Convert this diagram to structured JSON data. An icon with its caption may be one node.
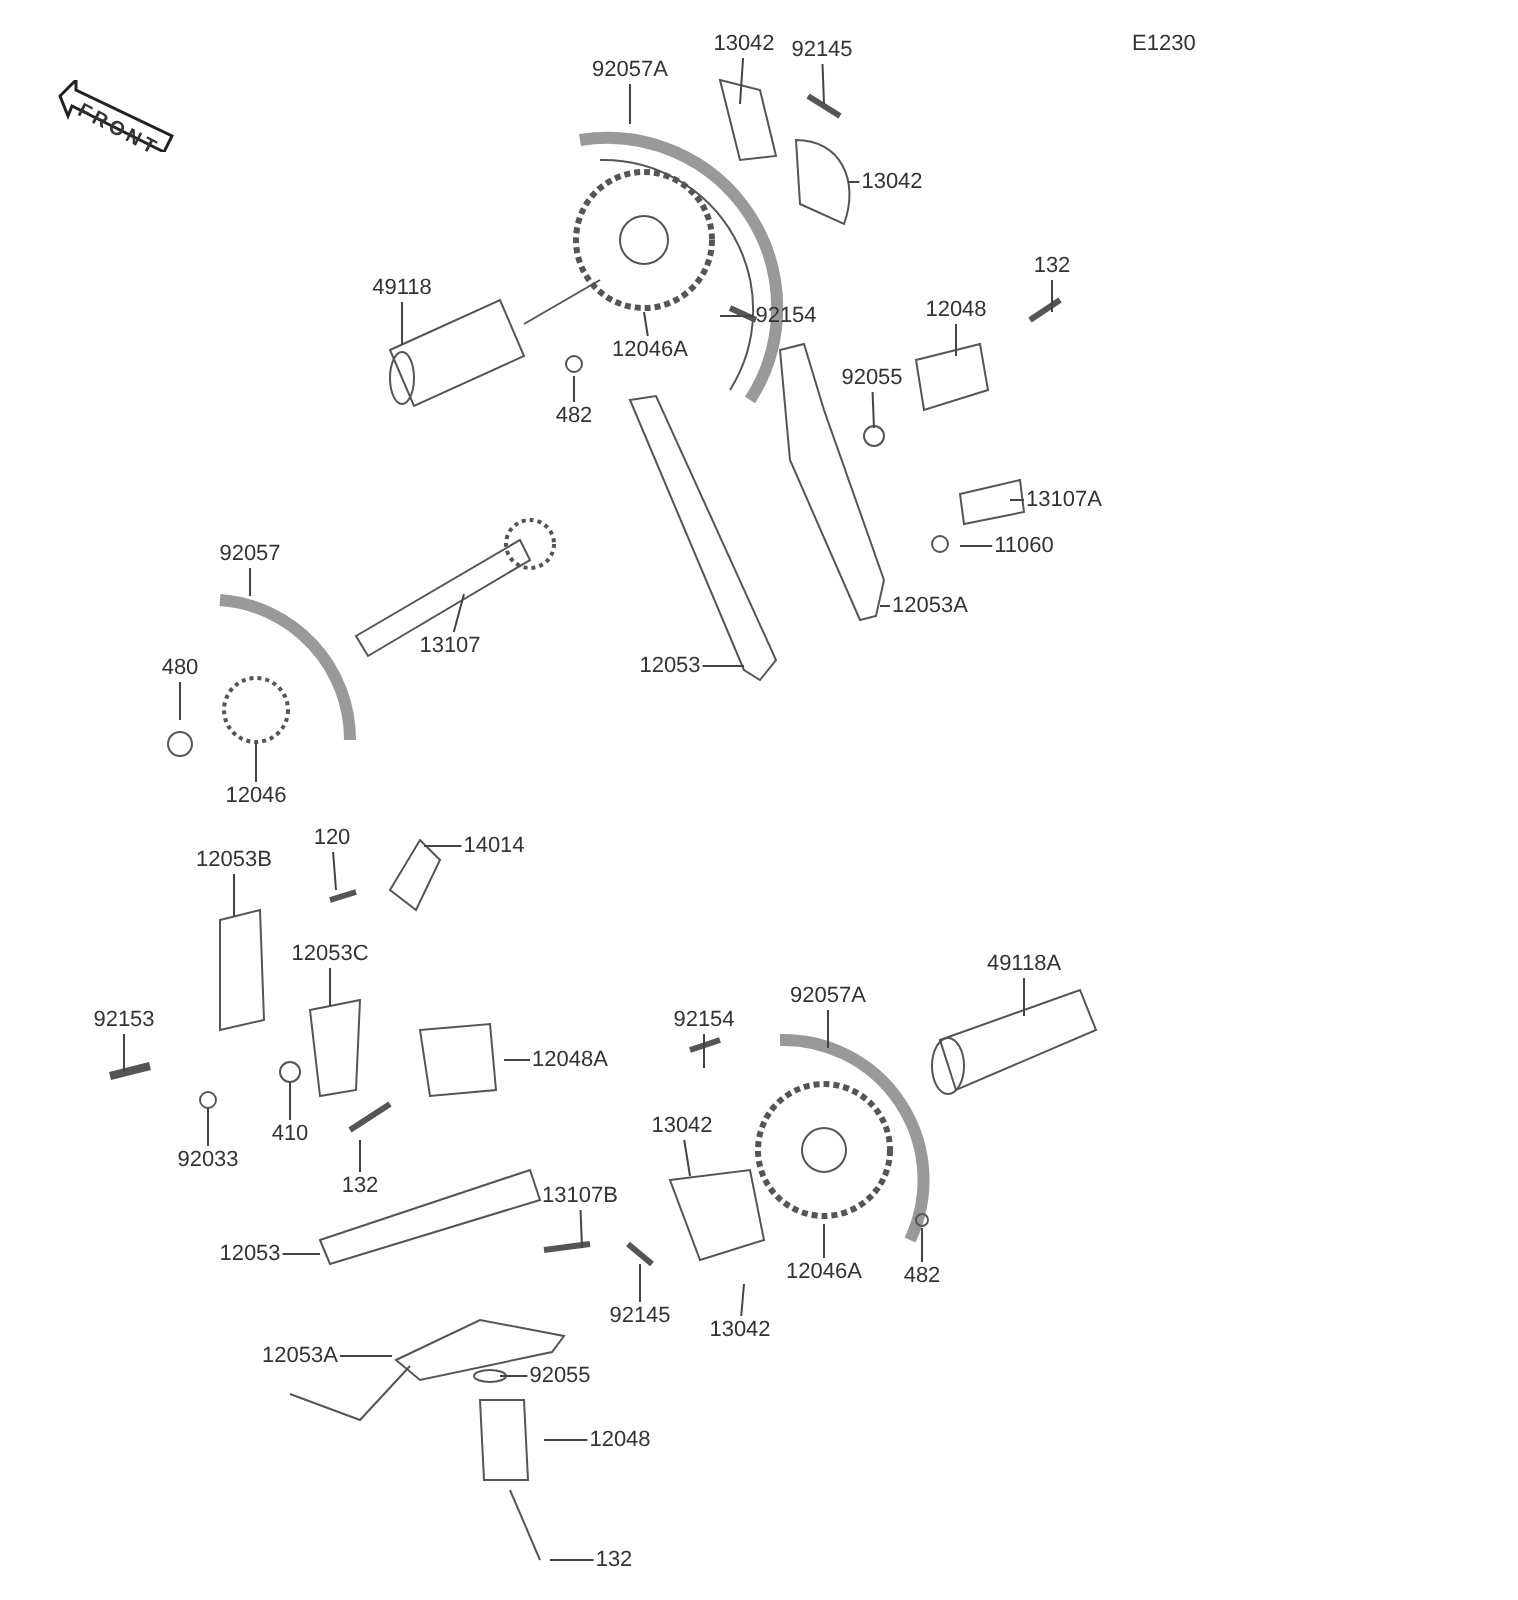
{
  "diagram": {
    "nodes": [
      {
        "text": [
          "92057A"
        ]
      },
      {
        "text": [
          "13042"
        ]
      },
      {
        "text": [
          "92145"
        ]
      },
      {
        "text": [
          "13042"
        ]
      },
      {
        "text": [
          "49118"
        ]
      },
      {
        "text": [
          "12046A"
        ]
      },
      {
        "text": [
          "92154"
        ]
      },
      {
        "text": [
          "482"
        ]
      },
      {
        "text": [
          "132"
        ]
      },
      {
        "text": [
          "12048"
        ]
      },
      {
        "text": [
          "92055"
        ]
      },
      {
        "text": [
          "13107A"
        ]
      },
      {
        "text": [
          "11060"
        ]
      },
      {
        "text": [
          "12053A"
        ]
      },
      {
        "text": [
          "92057"
        ]
      },
      {
        "text": [
          "480"
        ]
      },
      {
        "text": [
          "13107"
        ]
      },
      {
        "text": [
          "12053"
        ]
      },
      {
        "text": [
          "12046"
        ]
      },
      {
        "text": [
          "120"
        ]
      },
      {
        "text": [
          "14014"
        ]
      },
      {
        "text": [
          "12053B"
        ]
      },
      {
        "text": [
          "12053C"
        ]
      },
      {
        "text": [
          "92153"
        ]
      },
      {
        "text": [
          "92154"
        ]
      },
      {
        "text": [
          "92057A"
        ]
      },
      {
        "text": [
          "49118A"
        ]
      },
      {
        "text": [
          "12048A"
        ]
      },
      {
        "text": [
          "92033"
        ]
      },
      {
        "text": [
          "410"
        ]
      },
      {
        "text": [
          "13042"
        ]
      },
      {
        "text": [
          "132"
        ]
      },
      {
        "text": [
          "13107B"
        ]
      },
      {
        "text": [
          "12053"
        ]
      },
      {
        "text": [
          "12046A"
        ]
      },
      {
        "text": [
          "482"
        ]
      },
      {
        "text": [
          "92145"
        ]
      },
      {
        "text": [
          "13042"
        ]
      },
      {
        "text": [
          "12053A"
        ]
      },
      {
        "text": [
          "92055"
        ]
      },
      {
        "text": [
          "12048"
        ]
      },
      {
        "text": [
          "132"
        ]
      }
    ],
    "edges": [
      {
        "from": 0,
        "to": null,
        "arrow": "none"
      },
      {
        "from": 1,
        "to": null,
        "arrow": "none"
      },
      {
        "from": 2,
        "to": null,
        "arrow": "none"
      },
      {
        "from": 3,
        "to": null,
        "arrow": "none"
      },
      {
        "from": 4,
        "to": null,
        "arrow": "none"
      },
      {
        "from": 5,
        "to": null,
        "arrow": "none"
      },
      {
        "from": 6,
        "to": null,
        "arrow": "none"
      },
      {
        "from": 7,
        "to": null,
        "arrow": "none"
      },
      {
        "from": 8,
        "to": null,
        "arrow": "none"
      },
      {
        "from": 9,
        "to": null,
        "arrow": "none"
      },
      {
        "from": 10,
        "to": null,
        "arrow": "none"
      },
      {
        "from": 11,
        "to": null,
        "arrow": "none"
      },
      {
        "from": 12,
        "to": null,
        "arrow": "none"
      },
      {
        "from": 13,
        "to": null,
        "arrow": "none"
      },
      {
        "from": 14,
        "to": null,
        "arrow": "none"
      },
      {
        "from": 15,
        "to": null,
        "arrow": "none"
      },
      {
        "from": 16,
        "to": null,
        "arrow": "none"
      },
      {
        "from": 17,
        "to": null,
        "arrow": "none"
      },
      {
        "from": 18,
        "to": null,
        "arrow": "none"
      },
      {
        "from": 19,
        "to": null,
        "arrow": "none"
      },
      {
        "from": 20,
        "to": null,
        "arrow": "none"
      },
      {
        "from": 21,
        "to": null,
        "arrow": "none"
      },
      {
        "from": 22,
        "to": null,
        "arrow": "none"
      },
      {
        "from": 23,
        "to": null,
        "arrow": "none"
      },
      {
        "from": 24,
        "to": null,
        "arrow": "none"
      },
      {
        "from": 25,
        "to": null,
        "arrow": "none"
      },
      {
        "from": 26,
        "to": null,
        "arrow": "none"
      },
      {
        "from": 27,
        "to": null,
        "arrow": "none"
      },
      {
        "from": 28,
        "to": null,
        "arrow": "none"
      },
      {
        "from": 29,
        "to": null,
        "arrow": "none"
      },
      {
        "from": 30,
        "to": null,
        "arrow": "none"
      },
      {
        "from": 31,
        "to": null,
        "arrow": "none"
      },
      {
        "from": 32,
        "to": null,
        "arrow": "none"
      },
      {
        "from": 33,
        "to": null,
        "arrow": "none"
      },
      {
        "from": 34,
        "to": null,
        "arrow": "none"
      },
      {
        "from": 35,
        "to": null,
        "arrow": "none"
      },
      {
        "from": 36,
        "to": null,
        "arrow": "none"
      },
      {
        "from": 37,
        "to": null,
        "arrow": "none"
      },
      {
        "from": 38,
        "to": null,
        "arrow": "none"
      },
      {
        "from": 39,
        "to": null,
        "arrow": "none"
      },
      {
        "from": 40,
        "to": null,
        "arrow": "none"
      },
      {
        "from": 41,
        "to": null,
        "arrow": "none"
      }
    ],
    "labels": [
      "E1230",
      "FRONT"
    ]
  }
}
